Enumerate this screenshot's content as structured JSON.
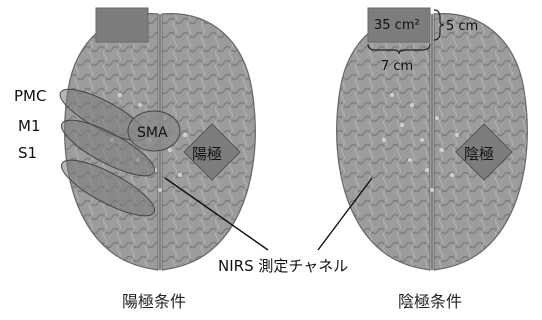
{
  "left_panel": {
    "caption": "陽極条件",
    "region_labels": {
      "pmc": "PMC",
      "m1": "M1",
      "s1": "S1",
      "sma": "SMA"
    },
    "electrode_label": "陽極"
  },
  "right_panel": {
    "caption": "陰極条件",
    "electrode_label": "陰極",
    "pad_area": "35 cm²",
    "pad_width": "7 cm",
    "pad_height": "5 cm"
  },
  "nirs_label": "NIRS 測定チャネル",
  "colors": {
    "brain": "#9a9a9a",
    "brain_dark": "#6f6f6f",
    "electrode": "#7d7d7d",
    "region_fill": "#7a7a7a",
    "channel_dot": "#d8d8d8"
  }
}
